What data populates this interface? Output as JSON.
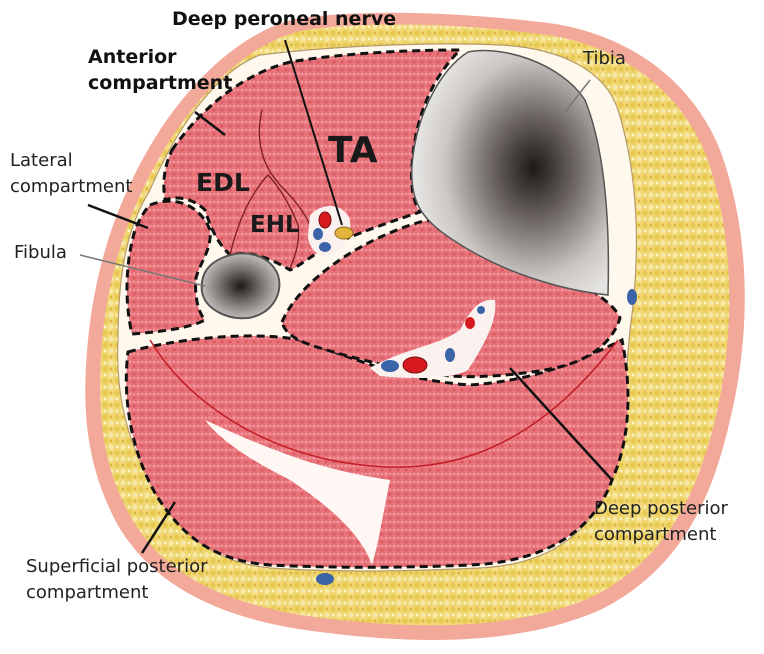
{
  "labels": {
    "deep_peroneal_nerve": "Deep peroneal nerve",
    "anterior_line1": "Anterior",
    "anterior_line2": "compartment",
    "tibia": "Tibia",
    "lateral_line1": "Lateral",
    "lateral_line2": "compartment",
    "fibula": "Fibula",
    "deep_posterior_line1": "Deep posterior",
    "deep_posterior_line2": "compartment",
    "superficial_posterior_line1": "Superficial posterior",
    "superficial_posterior_line2": "compartment"
  },
  "muscles": {
    "ta": "TA",
    "edl": "EDL",
    "ehl": "EHL"
  },
  "colors": {
    "skin": "#f3a99a",
    "fat": "#f0d772",
    "muscle": "#e8727a",
    "bone_cortex": "#bfbfbf",
    "bone_marrow": "#2a2522",
    "artery": "#d61a1f",
    "vein": "#3a63a8",
    "nerve": "#e2b43b",
    "fascia_line": "#111111"
  }
}
